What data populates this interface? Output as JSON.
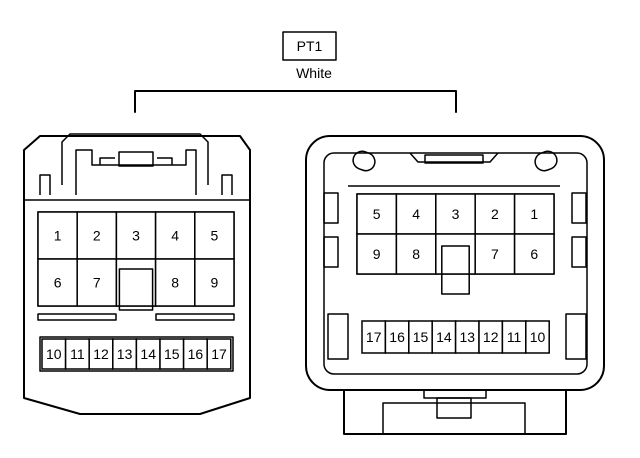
{
  "connector": {
    "code": "PT1",
    "color": "White"
  },
  "left_connector": {
    "row1": [
      "1",
      "2",
      "3",
      "4",
      "5"
    ],
    "row2": [
      "6",
      "7",
      "",
      "8",
      "9"
    ],
    "row3": [
      "10",
      "11",
      "12",
      "13",
      "14",
      "15",
      "16",
      "17"
    ]
  },
  "right_connector": {
    "row1": [
      "5",
      "4",
      "3",
      "2",
      "1"
    ],
    "row2": [
      "9",
      "8",
      "",
      "7",
      "6"
    ],
    "row3": [
      "17",
      "16",
      "15",
      "14",
      "13",
      "12",
      "11",
      "10"
    ]
  }
}
